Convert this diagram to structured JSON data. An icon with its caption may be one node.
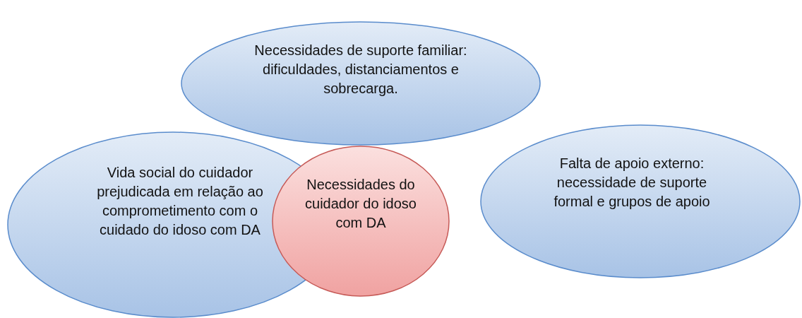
{
  "diagram": {
    "nodes": [
      {
        "text": [
          "Necessidades de suporte familiar: dificuldades, distanciamentos e sobrecarga."
        ]
      },
      {
        "text": [
          "Vida social do cuidador prejudicada em relação ao comprometimento com o cuidado do idoso com DA"
        ]
      },
      {
        "text": [
          "Necessidades do cuidador do idoso com DA"
        ]
      },
      {
        "text": [
          "Falta de apoio externo: necessidade de suporte formal e grupos de apoio"
        ]
      }
    ]
  }
}
